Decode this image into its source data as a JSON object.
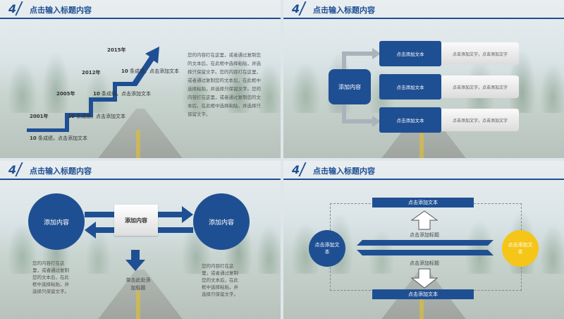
{
  "header": {
    "num": "4",
    "title": "点击输入标题内容"
  },
  "s1": {
    "years": [
      "2001年",
      "2005年",
      "2012年",
      "2015年"
    ],
    "items": [
      {
        "num": "10",
        "text": "条成绩，点击添加文本"
      },
      {
        "num": "10",
        "text": "条成绩，点击添加文本"
      },
      {
        "num": "10",
        "text": "条成绩，点击添加文本"
      },
      {
        "num": "10",
        "text": "条成绩，点击添加文本"
      }
    ],
    "paragraph": "您的内容打在这里，或者通过复制您的文本后，在此框中选择粘贴，并选择只保留文字。您的内容打在这里，或者通过复制您的文本后，在此框中选择粘贴，并选择只保留文字。您的内容打在这里，或者通过复制您的文本后，在此框中选择粘贴，并选择只保留文字。"
  },
  "s2": {
    "center": "添加内容",
    "rows": [
      {
        "label": "点击添加文本",
        "text": "点击添加文字，点击添加文字"
      },
      {
        "label": "点击添加文本",
        "text": "点击添加文字，点击添加文字"
      },
      {
        "label": "点击添加文本",
        "text": "点击添加文字，点击添加文字"
      }
    ]
  },
  "s3": {
    "left": "添加内容",
    "center": "添加内容",
    "right": "添加内容",
    "left_text": "您的内容打在这里，或者通过复制您的文本后，在此框中选择粘贴，并选择只保留文字。",
    "right_text": "您的内容打在这里，或者通过复制您的文本后，在此框中选择粘贴，并选择只保留文字。",
    "down_label": "单击此处添加标题"
  },
  "s4": {
    "top": "点击添加文本",
    "bottom": "点击添加文本",
    "left_circle": "点击添加文本",
    "right_circle": "点击添加文本",
    "mid_top": "点击添加标题",
    "mid_bottom": "点击添加标题"
  },
  "colors": {
    "blue": "#1f4f93",
    "yellow": "#f5c518"
  }
}
